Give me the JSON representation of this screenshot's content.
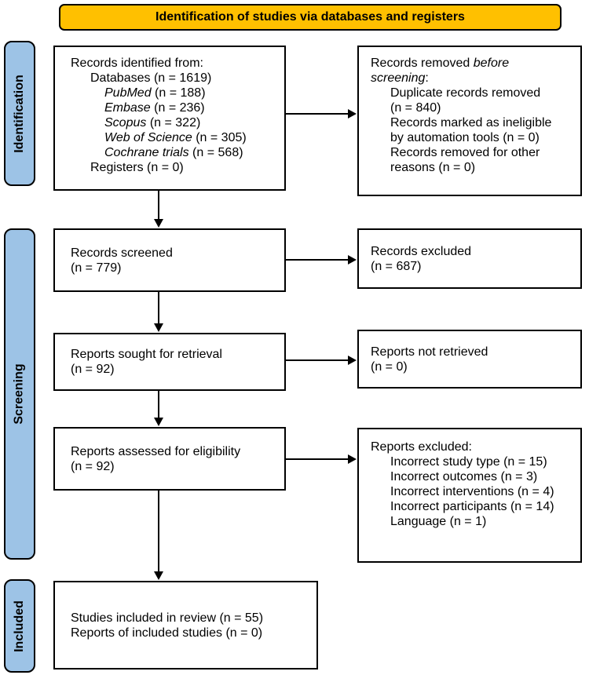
{
  "banner": {
    "label": "Identification of studies via databases and registers"
  },
  "stages": [
    {
      "id": "identification",
      "label": "Identification"
    },
    {
      "id": "screening",
      "label": "Screening"
    },
    {
      "id": "included",
      "label": "Included"
    }
  ],
  "colors": {
    "banner_bg": "#FFC000",
    "stage_bg": "#9DC3E6",
    "box_bg": "#FFFFFF",
    "stroke": "#000000",
    "text": "#000000"
  },
  "boxes": {
    "records_identified": {
      "lines": [
        {
          "ind": 0,
          "seg": [
            {
              "t": "Records identified from:"
            }
          ]
        },
        {
          "ind": 1,
          "seg": [
            {
              "t": "Databases (n = 1619)"
            }
          ]
        },
        {
          "ind": 2,
          "seg": [
            {
              "t": "PubMed",
              "i": true
            },
            {
              "t": " (n = 188)"
            }
          ]
        },
        {
          "ind": 2,
          "seg": [
            {
              "t": "Embase",
              "i": true
            },
            {
              "t": " (n = 236)"
            }
          ]
        },
        {
          "ind": 2,
          "seg": [
            {
              "t": "Scopus",
              "i": true
            },
            {
              "t": " (n = 322)"
            }
          ]
        },
        {
          "ind": 2,
          "seg": [
            {
              "t": "Web of Science",
              "i": true
            },
            {
              "t": " (n = 305)"
            }
          ]
        },
        {
          "ind": 2,
          "seg": [
            {
              "t": "Cochrane trials",
              "i": true
            },
            {
              "t": " (n = 568)"
            }
          ]
        },
        {
          "ind": 1,
          "seg": [
            {
              "t": "Registers (n = 0)"
            }
          ]
        }
      ]
    },
    "records_removed": {
      "lines": [
        {
          "ind": 0,
          "seg": [
            {
              "t": "Records removed "
            },
            {
              "t": "before",
              "i": true
            }
          ]
        },
        {
          "ind": 0,
          "seg": [
            {
              "t": "screening",
              "i": true
            },
            {
              "t": ":"
            }
          ]
        },
        {
          "ind": 1,
          "seg": [
            {
              "t": "Duplicate records removed"
            }
          ]
        },
        {
          "ind": 1,
          "seg": [
            {
              "t": "(n = 840)"
            }
          ]
        },
        {
          "ind": 1,
          "seg": [
            {
              "t": "Records marked as ineligible"
            }
          ]
        },
        {
          "ind": 1,
          "seg": [
            {
              "t": "by automation tools (n = 0)"
            }
          ]
        },
        {
          "ind": 1,
          "seg": [
            {
              "t": "Records removed for other"
            }
          ]
        },
        {
          "ind": 1,
          "seg": [
            {
              "t": "reasons (n = 0)"
            }
          ]
        }
      ]
    },
    "records_screened": {
      "lines": [
        {
          "ind": 0,
          "seg": [
            {
              "t": "Records screened"
            }
          ]
        },
        {
          "ind": 0,
          "seg": [
            {
              "t": "(n = 779)"
            }
          ]
        }
      ]
    },
    "records_excluded": {
      "lines": [
        {
          "ind": 0,
          "seg": [
            {
              "t": "Records excluded"
            }
          ]
        },
        {
          "ind": 0,
          "seg": [
            {
              "t": "(n = 687)"
            }
          ]
        }
      ]
    },
    "reports_sought": {
      "lines": [
        {
          "ind": 0,
          "seg": [
            {
              "t": "Reports sought for retrieval"
            }
          ]
        },
        {
          "ind": 0,
          "seg": [
            {
              "t": "(n = 92)"
            }
          ]
        }
      ]
    },
    "reports_not_retrieved": {
      "lines": [
        {
          "ind": 0,
          "seg": [
            {
              "t": "Reports not retrieved"
            }
          ]
        },
        {
          "ind": 0,
          "seg": [
            {
              "t": "(n = 0)"
            }
          ]
        }
      ]
    },
    "reports_assessed": {
      "lines": [
        {
          "ind": 0,
          "seg": [
            {
              "t": "Reports assessed for eligibility"
            }
          ]
        },
        {
          "ind": 0,
          "seg": [
            {
              "t": "(n = 92)"
            }
          ]
        }
      ]
    },
    "reports_excluded": {
      "lines": [
        {
          "ind": 0,
          "seg": [
            {
              "t": "Reports excluded:"
            }
          ]
        },
        {
          "ind": 1,
          "seg": [
            {
              "t": "Incorrect study type (n = 15)"
            }
          ]
        },
        {
          "ind": 1,
          "seg": [
            {
              "t": "Incorrect outcomes (n = 3)"
            }
          ]
        },
        {
          "ind": 1,
          "seg": [
            {
              "t": "Incorrect interventions (n = 4)"
            }
          ]
        },
        {
          "ind": 1,
          "seg": [
            {
              "t": "Incorrect participants (n = 14)"
            }
          ]
        },
        {
          "ind": 1,
          "seg": [
            {
              "t": "Language (n = 1)"
            }
          ]
        }
      ]
    },
    "studies_included": {
      "lines": [
        {
          "ind": 0,
          "seg": [
            {
              "t": "Studies included in review (n = 55)"
            }
          ]
        },
        {
          "ind": 0,
          "seg": [
            {
              "t": "Reports of included studies (n = 0)"
            }
          ]
        }
      ]
    }
  }
}
